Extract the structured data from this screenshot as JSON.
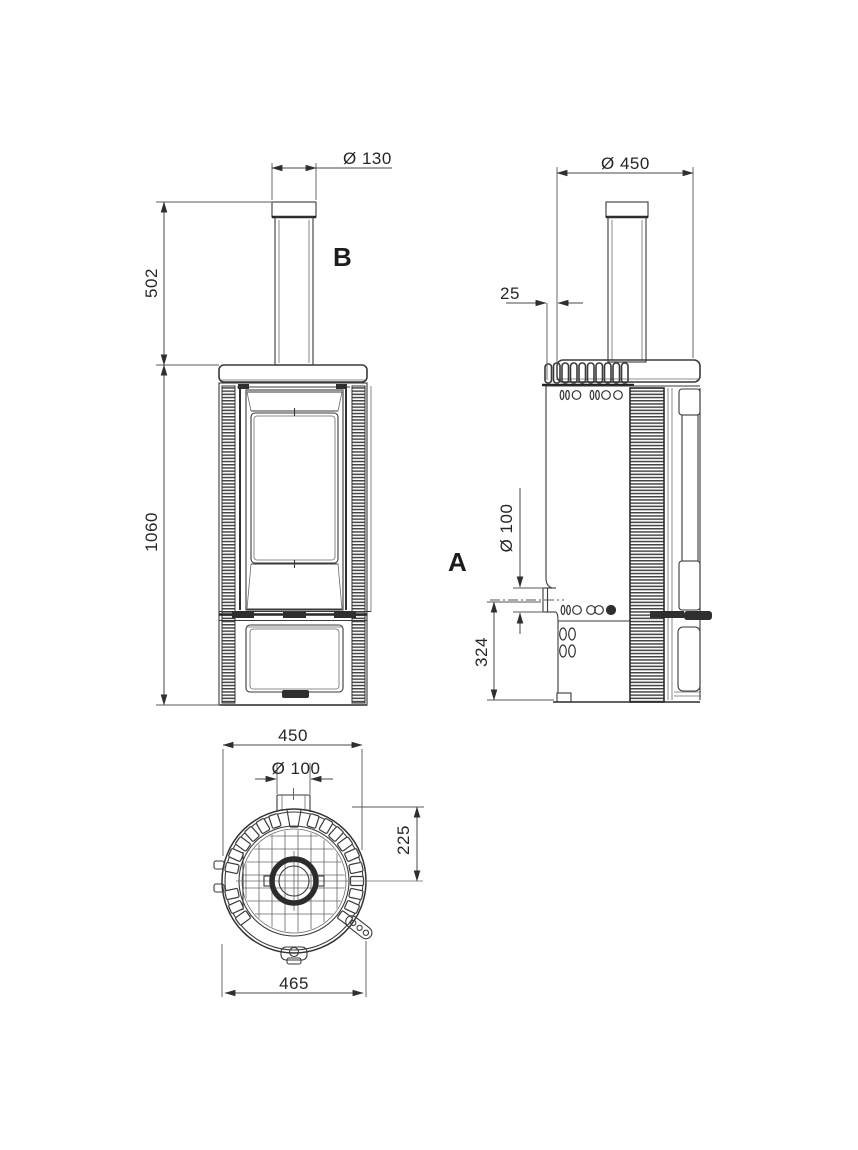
{
  "meta": {
    "drawing_type": "stove dimensional drawing",
    "background": "#ffffff",
    "line_color": "#3a3a3a",
    "text_color": "#262626",
    "unit": "mm"
  },
  "front_view": {
    "label": "B",
    "dims": {
      "flue_diameter": "Ø 130",
      "pipe_height": "502",
      "total_height": "1060"
    }
  },
  "side_view": {
    "label": "A",
    "dims": {
      "top_diameter": "Ø 450",
      "rear_clearance": "25",
      "outlet_diameter": "Ø 100",
      "outlet_center_height": "324"
    }
  },
  "top_view": {
    "dims": {
      "width": "450",
      "outlet_diameter": "Ø 100",
      "outlet_center_offset": "225",
      "overall_depth": "465"
    }
  }
}
